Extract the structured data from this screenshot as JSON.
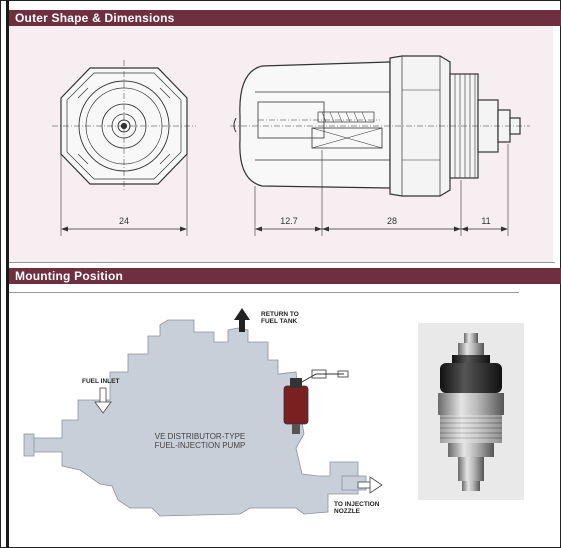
{
  "sections": {
    "outer_shape": {
      "title": "Outer Shape & Dimensions"
    },
    "mounting": {
      "title": "Mounting Position"
    }
  },
  "dimensions": {
    "d1": "24",
    "d2": "12.7",
    "d3": "28",
    "d4": "11"
  },
  "pump": {
    "return_label_1": "RETURN TO",
    "return_label_2": "FUEL TANK",
    "inlet_label": "FUEL INLET",
    "body_label_1": "VE DISTRIBUTOR-TYPE",
    "body_label_2": "FUEL-INJECTION PUMP",
    "nozzle_label_1": "TO INJECTION",
    "nozzle_label_2": "NOZZLE"
  },
  "colors": {
    "header_bg": "#6e3040",
    "panel_bg": "#f6eef0",
    "pump_fill": "#c9cfd8",
    "line": "#333333"
  },
  "icons": [
    "arrow-up-icon",
    "arrow-down-icon",
    "arrow-right-icon"
  ]
}
